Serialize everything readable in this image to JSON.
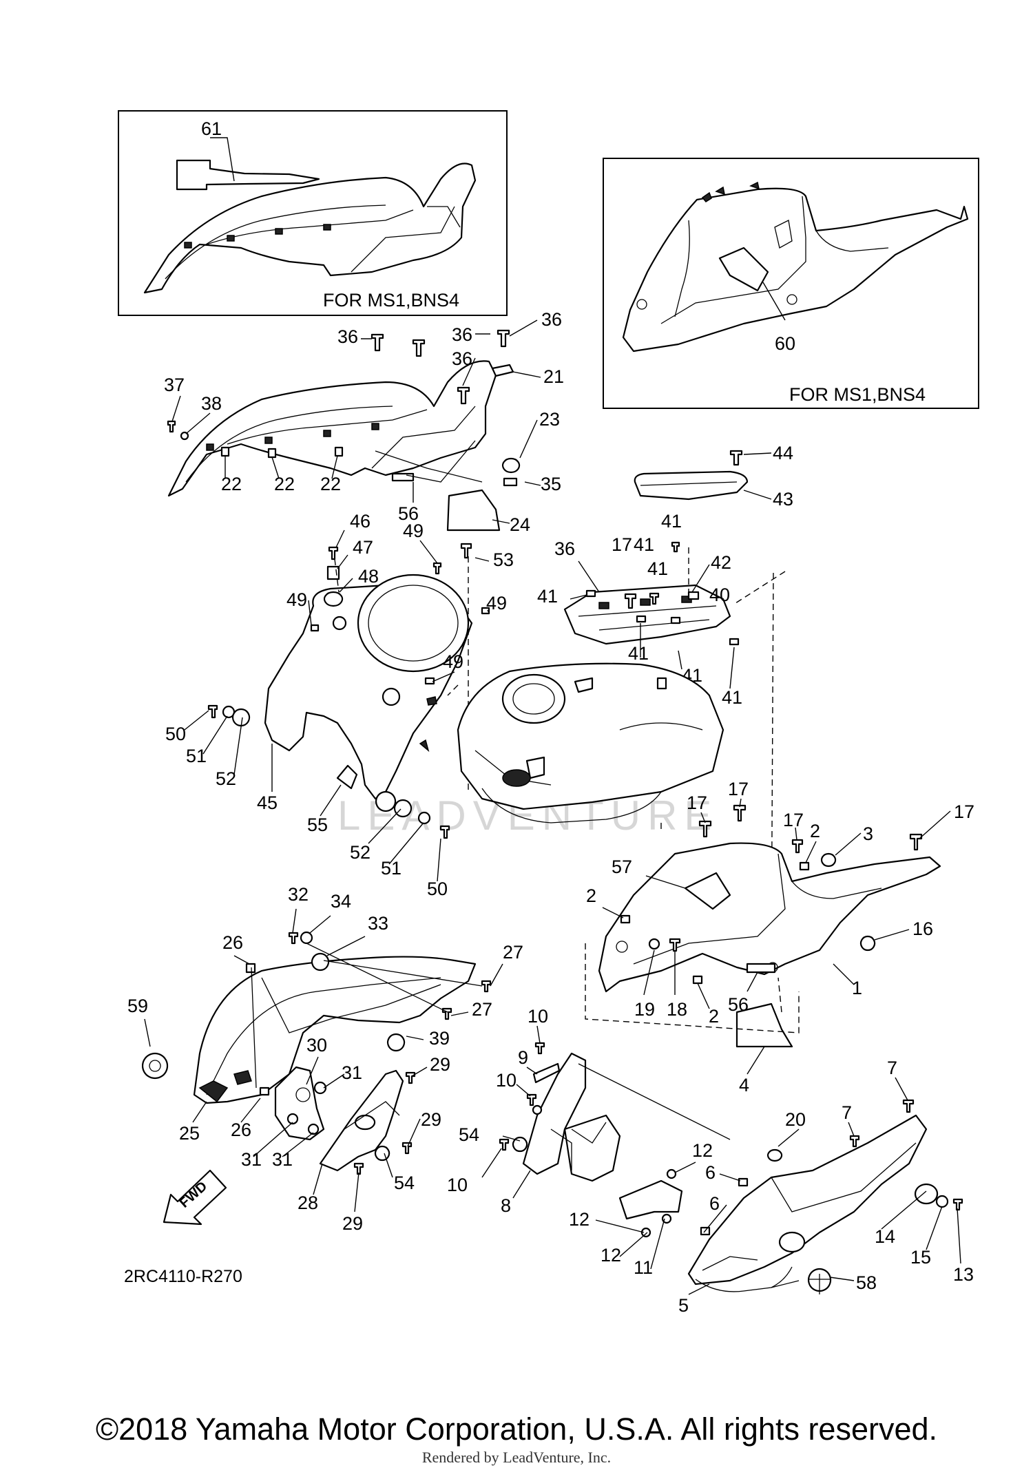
{
  "diagram": {
    "insets": [
      {
        "note": "FOR MS1,BNS4",
        "part": "61"
      },
      {
        "note": "FOR MS1,BNS4",
        "part": "60"
      }
    ],
    "callouts": [
      {
        "id": "c1",
        "label": "1"
      },
      {
        "id": "c2a",
        "label": "2"
      },
      {
        "id": "c2b",
        "label": "2"
      },
      {
        "id": "c2c",
        "label": "2"
      },
      {
        "id": "c3",
        "label": "3"
      },
      {
        "id": "c4",
        "label": "4"
      },
      {
        "id": "c5",
        "label": "5"
      },
      {
        "id": "c6a",
        "label": "6"
      },
      {
        "id": "c6b",
        "label": "6"
      },
      {
        "id": "c7a",
        "label": "7"
      },
      {
        "id": "c7b",
        "label": "7"
      },
      {
        "id": "c8",
        "label": "8"
      },
      {
        "id": "c9",
        "label": "9"
      },
      {
        "id": "c10a",
        "label": "10"
      },
      {
        "id": "c10b",
        "label": "10"
      },
      {
        "id": "c10c",
        "label": "10"
      },
      {
        "id": "c11",
        "label": "11"
      },
      {
        "id": "c12a",
        "label": "12"
      },
      {
        "id": "c12b",
        "label": "12"
      },
      {
        "id": "c12c",
        "label": "12"
      },
      {
        "id": "c13",
        "label": "13"
      },
      {
        "id": "c14",
        "label": "14"
      },
      {
        "id": "c15",
        "label": "15"
      },
      {
        "id": "c16",
        "label": "16"
      },
      {
        "id": "c17a",
        "label": "17"
      },
      {
        "id": "c17b",
        "label": "17"
      },
      {
        "id": "c17c",
        "label": "17"
      },
      {
        "id": "c17d",
        "label": "17"
      },
      {
        "id": "c17e",
        "label": "17"
      },
      {
        "id": "c18",
        "label": "18"
      },
      {
        "id": "c19",
        "label": "19"
      },
      {
        "id": "c20",
        "label": "20"
      },
      {
        "id": "c21",
        "label": "21"
      },
      {
        "id": "c22a",
        "label": "22"
      },
      {
        "id": "c22b",
        "label": "22"
      },
      {
        "id": "c22c",
        "label": "22"
      },
      {
        "id": "c23",
        "label": "23"
      },
      {
        "id": "c24",
        "label": "24"
      },
      {
        "id": "c25",
        "label": "25"
      },
      {
        "id": "c26a",
        "label": "26"
      },
      {
        "id": "c26b",
        "label": "26"
      },
      {
        "id": "c27a",
        "label": "27"
      },
      {
        "id": "c27b",
        "label": "27"
      },
      {
        "id": "c28",
        "label": "28"
      },
      {
        "id": "c29a",
        "label": "29"
      },
      {
        "id": "c29b",
        "label": "29"
      },
      {
        "id": "c29c",
        "label": "29"
      },
      {
        "id": "c30",
        "label": "30"
      },
      {
        "id": "c31a",
        "label": "31"
      },
      {
        "id": "c31b",
        "label": "31"
      },
      {
        "id": "c31c",
        "label": "31"
      },
      {
        "id": "c32",
        "label": "32"
      },
      {
        "id": "c33",
        "label": "33"
      },
      {
        "id": "c34",
        "label": "34"
      },
      {
        "id": "c35",
        "label": "35"
      },
      {
        "id": "c36a",
        "label": "36"
      },
      {
        "id": "c36b",
        "label": "36"
      },
      {
        "id": "c36c",
        "label": "36"
      },
      {
        "id": "c36d",
        "label": "36"
      },
      {
        "id": "c36e",
        "label": "36"
      },
      {
        "id": "c37",
        "label": "37"
      },
      {
        "id": "c38",
        "label": "38"
      },
      {
        "id": "c39",
        "label": "39"
      },
      {
        "id": "c40",
        "label": "40"
      },
      {
        "id": "c41a",
        "label": "41"
      },
      {
        "id": "c41b",
        "label": "41"
      },
      {
        "id": "c41c",
        "label": "41"
      },
      {
        "id": "c41d",
        "label": "41"
      },
      {
        "id": "c41e",
        "label": "41"
      },
      {
        "id": "c41f",
        "label": "41"
      },
      {
        "id": "c41g",
        "label": "41"
      },
      {
        "id": "c42",
        "label": "42"
      },
      {
        "id": "c43",
        "label": "43"
      },
      {
        "id": "c44",
        "label": "44"
      },
      {
        "id": "c45",
        "label": "45"
      },
      {
        "id": "c46",
        "label": "46"
      },
      {
        "id": "c47",
        "label": "47"
      },
      {
        "id": "c48",
        "label": "48"
      },
      {
        "id": "c49a",
        "label": "49"
      },
      {
        "id": "c49b",
        "label": "49"
      },
      {
        "id": "c49c",
        "label": "49"
      },
      {
        "id": "c49d",
        "label": "49"
      },
      {
        "id": "c50a",
        "label": "50"
      },
      {
        "id": "c50b",
        "label": "50"
      },
      {
        "id": "c51a",
        "label": "51"
      },
      {
        "id": "c51b",
        "label": "51"
      },
      {
        "id": "c52a",
        "label": "52"
      },
      {
        "id": "c52b",
        "label": "52"
      },
      {
        "id": "c53",
        "label": "53"
      },
      {
        "id": "c54a",
        "label": "54"
      },
      {
        "id": "c54b",
        "label": "54"
      },
      {
        "id": "c55",
        "label": "55"
      },
      {
        "id": "c56a",
        "label": "56"
      },
      {
        "id": "c56b",
        "label": "56"
      },
      {
        "id": "c57",
        "label": "57"
      },
      {
        "id": "c58",
        "label": "58"
      },
      {
        "id": "c59",
        "label": "59"
      },
      {
        "id": "c60",
        "label": "60"
      },
      {
        "id": "c61",
        "label": "61"
      }
    ],
    "fwd_label": "FWD",
    "diagram_code": "2RC4110-R270",
    "watermark": "LEADVENTURE"
  },
  "footer": {
    "copyright": "©2018 Yamaha Motor Corporation, U.S.A. All rights reserved.",
    "rendered_by": "Rendered by LeadVenture, Inc."
  }
}
